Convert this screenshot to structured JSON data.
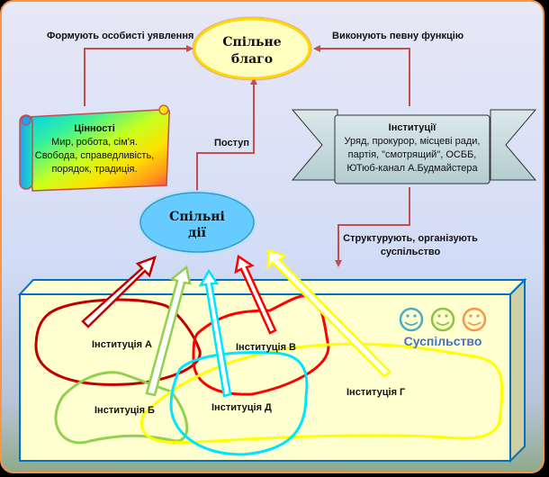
{
  "diagram": {
    "title": "Спільне благо",
    "nodes": {
      "common_good": {
        "line1": "Спільне",
        "line2": "благо",
        "fill": "#ffffc0",
        "stroke": "#ffd800"
      },
      "common_actions": {
        "line1": "Спільні",
        "line2": "дії",
        "fill": "#66ccff",
        "stroke": "#3399cc"
      },
      "values": {
        "title": "Цінності",
        "lines": [
          "Мир, робота, сім'я.",
          "Свобода, справедливість,",
          "порядок, традиція."
        ]
      },
      "institutions": {
        "title": "Інституції",
        "lines": [
          "Уряд, прокурор, місцеві ради,",
          "партія, \"смотрящий\",  ОСББ,",
          "ЮТюб-канал А.Будмайстера"
        ]
      },
      "society": {
        "label": "Суспільство",
        "label_color": "#4472c4",
        "smileys": [
          {
            "name": "blue-smiley",
            "color": "#4bacc6"
          },
          {
            "name": "green-smiley",
            "color": "#8ac43f"
          },
          {
            "name": "orange-smiley",
            "color": "#f79646"
          }
        ]
      }
    },
    "edges": {
      "values_to_good": "Формують особисті уявлення",
      "institutions_to_good": "Виконують певну функцію",
      "actions_to_good": "Поступ",
      "institutions_to_society": "Структурують, організують",
      "institutions_to_society_line2": "суспільство"
    },
    "institution_groups": [
      {
        "label": "Інституція А",
        "color": "#c00000"
      },
      {
        "label": "Інституція Б",
        "color": "#92d050"
      },
      {
        "label": "Інституція В",
        "color": "#ff0000"
      },
      {
        "label": "Інституція Г",
        "color": "#ffff00"
      },
      {
        "label": "Інституція Д",
        "color": "#00e5ff"
      }
    ],
    "colors": {
      "frame_border": "#f79646",
      "connector": "#c0504d",
      "box_border": "#0070c0",
      "box_fill": "#ffffd0"
    }
  }
}
